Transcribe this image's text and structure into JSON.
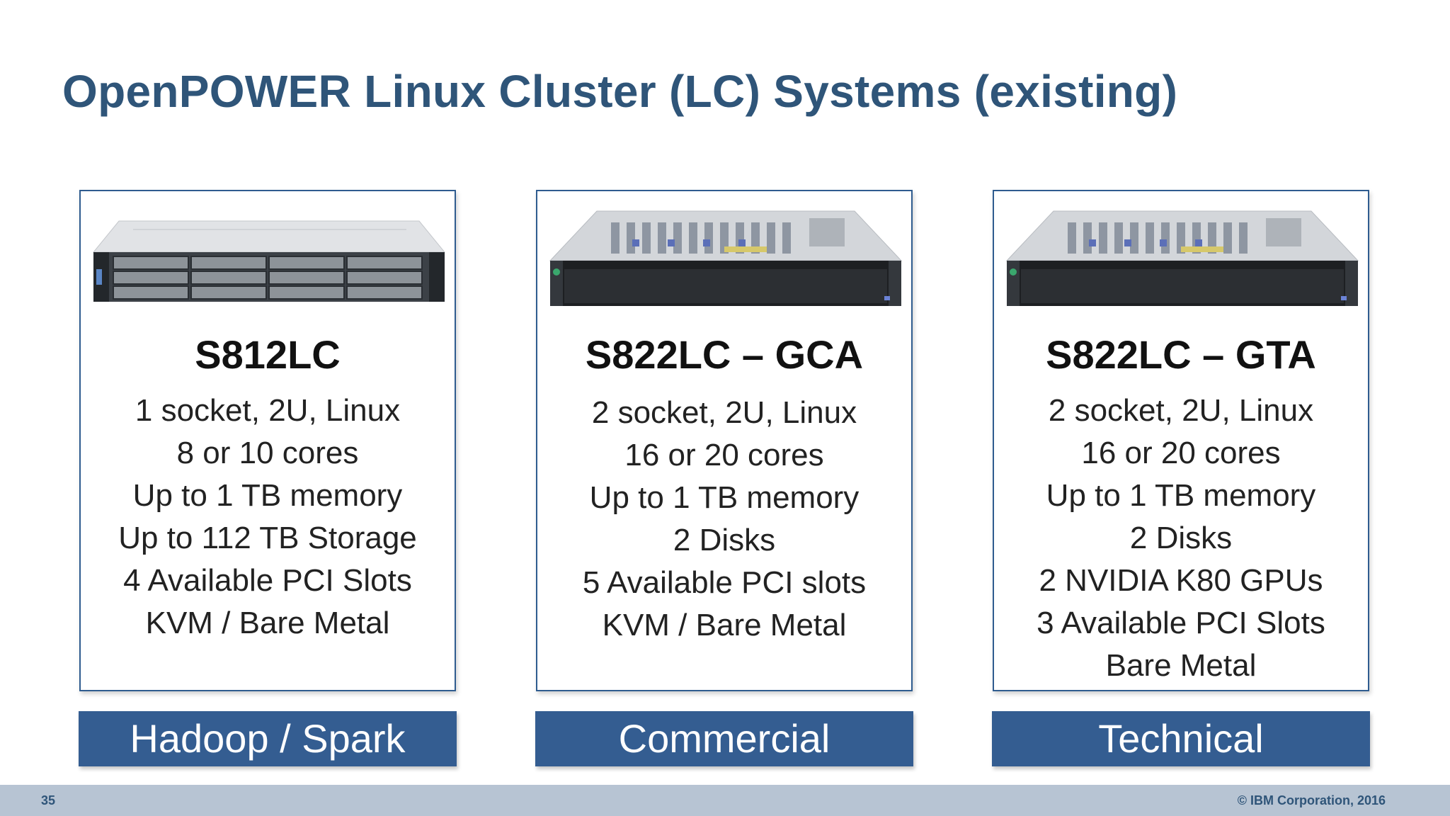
{
  "slide": {
    "title": "OpenPOWER Linux Cluster (LC) Systems (existing)",
    "page_number": "35",
    "copyright": "© IBM Corporation, 2016"
  },
  "cards": [
    {
      "name": "S812LC",
      "specs": [
        "1 socket, 2U, Linux",
        "8 or 10 cores",
        "Up to 1 TB memory",
        "Up to 112 TB Storage",
        "4 Available PCI Slots",
        "KVM / Bare Metal"
      ],
      "category": "Hadoop / Spark"
    },
    {
      "name": "S822LC – GCA",
      "specs": [
        "2 socket, 2U, Linux",
        "16 or 20 cores",
        "Up to 1 TB memory",
        "2 Disks",
        "5 Available PCI slots",
        "KVM / Bare Metal"
      ],
      "category": "Commercial"
    },
    {
      "name": "S822LC – GTA",
      "specs": [
        "2 socket, 2U, Linux",
        "16 or 20 cores",
        "Up to 1 TB memory",
        "2 Disks",
        "2 NVIDIA K80 GPUs",
        "3 Available PCI Slots",
        "Bare Metal"
      ],
      "category": "Technical"
    }
  ],
  "colors": {
    "title": "#2f5579",
    "card_border": "#2f5c8f",
    "tag_background": "#345d91",
    "footer_bar": "#b7c4d3"
  }
}
